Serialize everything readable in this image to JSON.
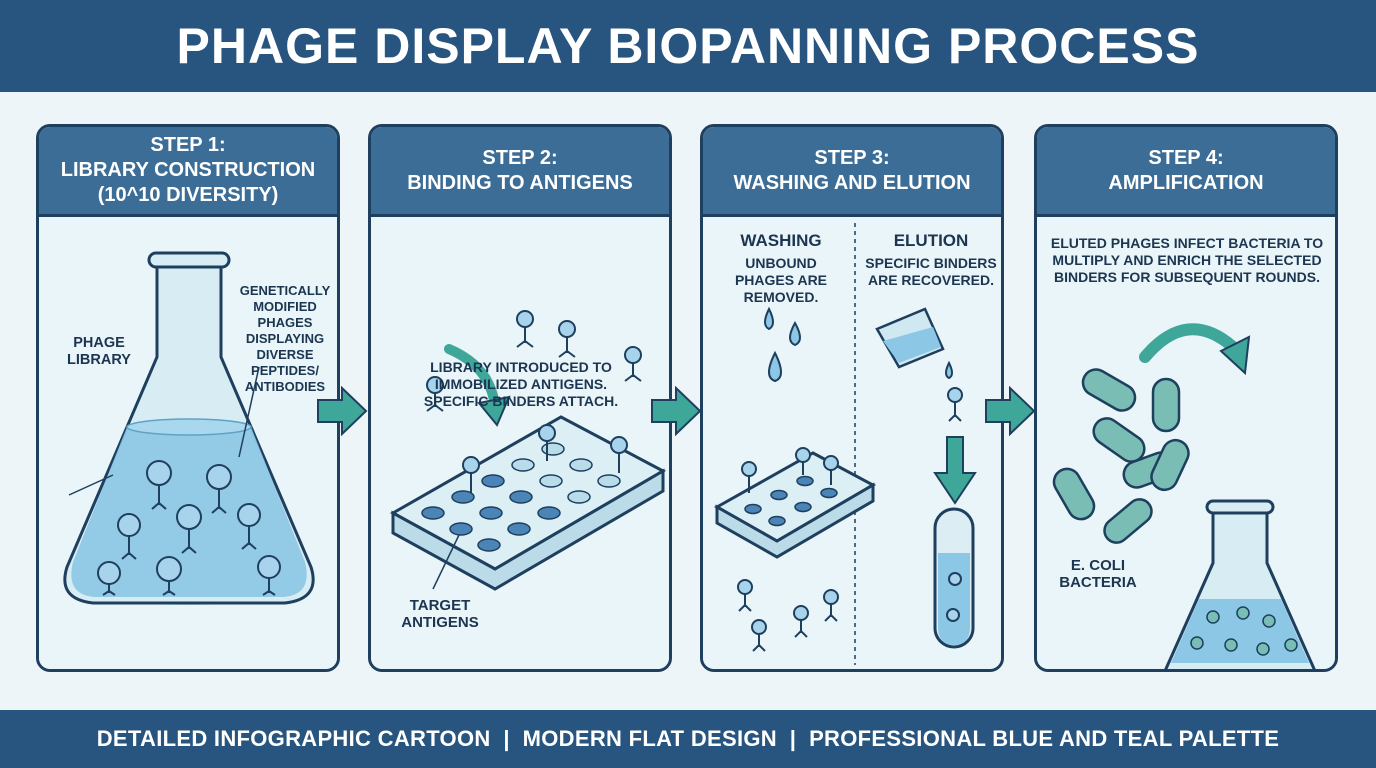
{
  "title": "PHAGE DISPLAY BIOPANNING PROCESS",
  "footer": "DETAILED INFOGRAPHIC CARTOON  |  MODERN FLAT DESIGN  |  PROFESSIONAL BLUE AND TEAL PALETTE",
  "colors": {
    "header": "#27557f",
    "panel_head": "#3b6d96",
    "outline": "#1e3f5e",
    "teal_arrow": "#3fa79a",
    "liquid": "#8cc8e6",
    "phage_head": "#a7d4ec",
    "bacteria": "#79bdb5"
  },
  "steps": [
    {
      "title": [
        "STEP 1:",
        "LIBRARY CONSTRUCTION",
        "(10^10 DIVERSITY)"
      ],
      "labels": {
        "phage_library": "PHAGE LIBRARY",
        "modified": "GENETICALLY MODIFIED PHAGES DISPLAYING DIVERSE PEPTIDES/ ANTIBODIES"
      }
    },
    {
      "title": [
        "STEP 2:",
        "BINDING TO ANTIGENS"
      ],
      "labels": {
        "description": "LIBRARY INTRODUCED TO IMMOBILIZED ANTIGENS. SPECIFIC BINDERS ATTACH.",
        "target": "TARGET ANTIGENS"
      }
    },
    {
      "title": [
        "STEP 3:",
        "WASHING AND ELUTION"
      ],
      "labels": {
        "washing_title": "WASHING",
        "washing_desc": "UNBOUND PHAGES ARE REMOVED.",
        "elution_title": "ELUTION",
        "elution_desc": "SPECIFIC BINDERS ARE RECOVERED."
      }
    },
    {
      "title": [
        "STEP 4:",
        "AMPLIFICATION"
      ],
      "labels": {
        "description": "ELUTED PHAGES INFECT BACTERIA TO MULTIPLY AND ENRICH THE SELECTED BINDERS FOR SUBSEQUENT ROUNDS.",
        "ecoli": "E. COLI BACTERIA"
      }
    }
  ]
}
